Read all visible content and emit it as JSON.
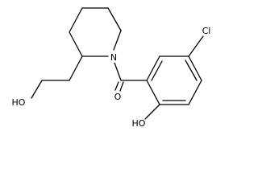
{
  "molecule": {
    "atoms": {
      "nitrogen": "N",
      "carbonyl_oxygen": "O",
      "chlorine": "Cl",
      "phenol_oh": "HO",
      "alcohol_oh": "HO"
    }
  },
  "colors": {
    "bond": "#000000",
    "background": "#ffffff"
  }
}
